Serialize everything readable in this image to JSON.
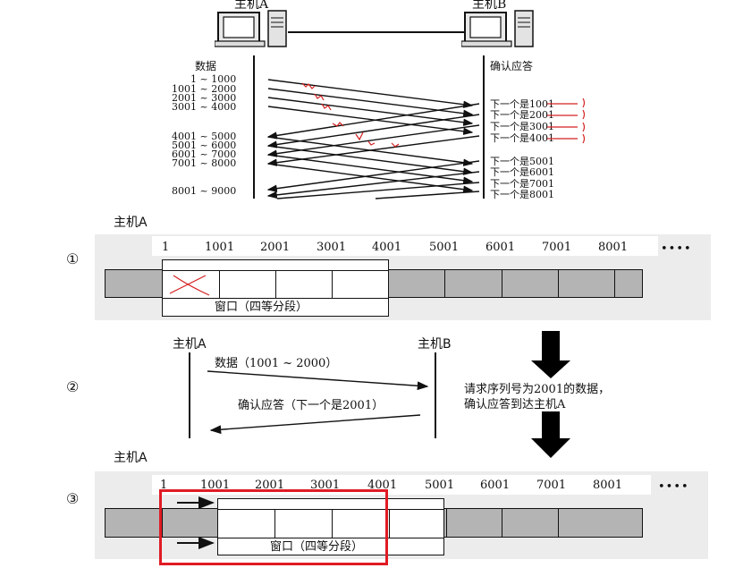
{
  "top": {
    "host_a": "主机A",
    "host_b": "主机B",
    "data_label": "数据",
    "ack_label": "确认应答",
    "data_ranges": [
      "1 ~ 1000",
      "1001 ~ 2000",
      "2001 ~ 3000",
      "3001 ~ 4000",
      "4001 ~ 5000",
      "5001 ~ 6000",
      "6001 ~ 7000",
      "7001 ~ 8000",
      "8001 ~ 9000"
    ],
    "acks": [
      "下一个是1001",
      "下一个是2001",
      "下一个是3001",
      "下一个是4001",
      "下一个是5001",
      "下一个是6001",
      "下一个是7001",
      "下一个是8001"
    ]
  },
  "step1": {
    "marker": "①",
    "host": "主机A",
    "ticks": [
      "1",
      "1001",
      "2001",
      "3001",
      "4001",
      "5001",
      "6001",
      "7001",
      "8001"
    ],
    "dots": "••••",
    "window_label": "窗口（四等分段）"
  },
  "step2": {
    "marker": "②",
    "host_a": "主机A",
    "host_b": "主机B",
    "data_msg": "数据（1001 ~ 2000）",
    "ack_msg": "确认应答（下一个是2001）",
    "note_line1": "请求序列号为2001的数据，",
    "note_line2": "确认应答到达主机A"
  },
  "step3": {
    "marker": "③",
    "host": "主机A",
    "ticks": [
      "1",
      "1001",
      "2001",
      "3001",
      "4001",
      "5001",
      "6001",
      "7001",
      "8001"
    ],
    "dots": "••••",
    "window_label": "窗口（四等分段）"
  },
  "colors": {
    "highlight": "#e01b24",
    "annotation": "#d42020",
    "bar_gray": "#b4b4b4",
    "panel_gray": "#ececec"
  }
}
